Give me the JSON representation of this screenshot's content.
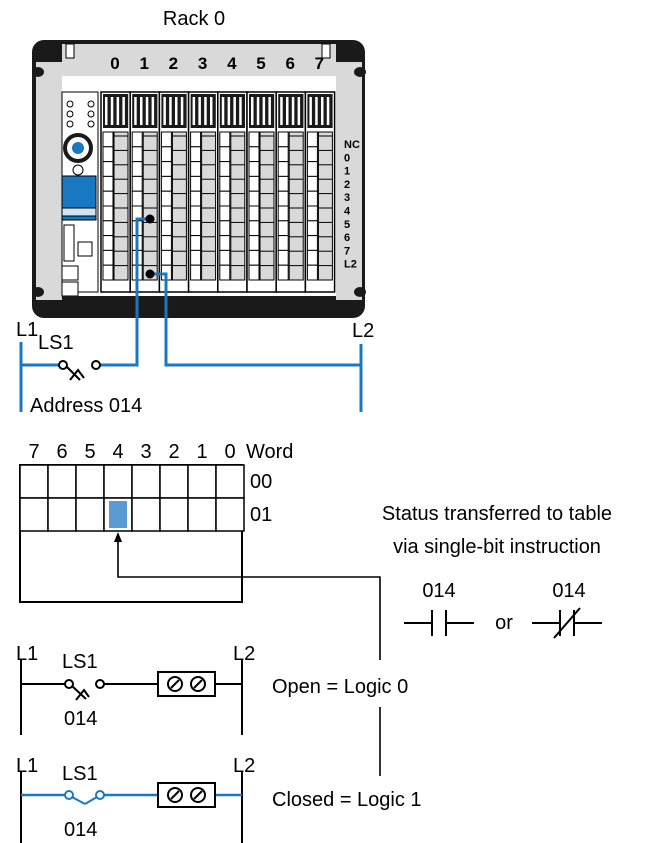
{
  "rack": {
    "title": "Rack 0",
    "slot_numbers": [
      "0",
      "1",
      "2",
      "3",
      "4",
      "5",
      "6",
      "7"
    ],
    "terminal_labels": [
      "NC",
      "0",
      "1",
      "2",
      "3",
      "4",
      "5",
      "6",
      "7",
      "L2"
    ]
  },
  "wiring": {
    "l1": "L1",
    "l2": "L2",
    "switch": "LS1",
    "address_label": "Address 014"
  },
  "table": {
    "bit_numbers": [
      "7",
      "6",
      "5",
      "4",
      "3",
      "2",
      "1",
      "0"
    ],
    "word_header": "Word",
    "words": [
      "00",
      "01"
    ],
    "highlight_bit": 4,
    "highlight_word": "01"
  },
  "status_text": [
    "Status transferred to table",
    "via single-bit instruction"
  ],
  "instructions": {
    "left_address": "014",
    "or_text": "or",
    "right_address": "014"
  },
  "rungs": [
    {
      "l1": "L1",
      "l2": "L2",
      "switch": "LS1",
      "address": "014",
      "state_text": "Open = Logic 0"
    },
    {
      "l1": "L1",
      "l2": "L2",
      "switch": "LS1",
      "address": "014",
      "state_text": "Closed = Logic 1"
    }
  ],
  "colors": {
    "accent": "#1a78c2",
    "bit_fill": "#5b9bd5",
    "rack_gray": "#d9d9d9",
    "rack_dark": "#1a1a1a"
  }
}
